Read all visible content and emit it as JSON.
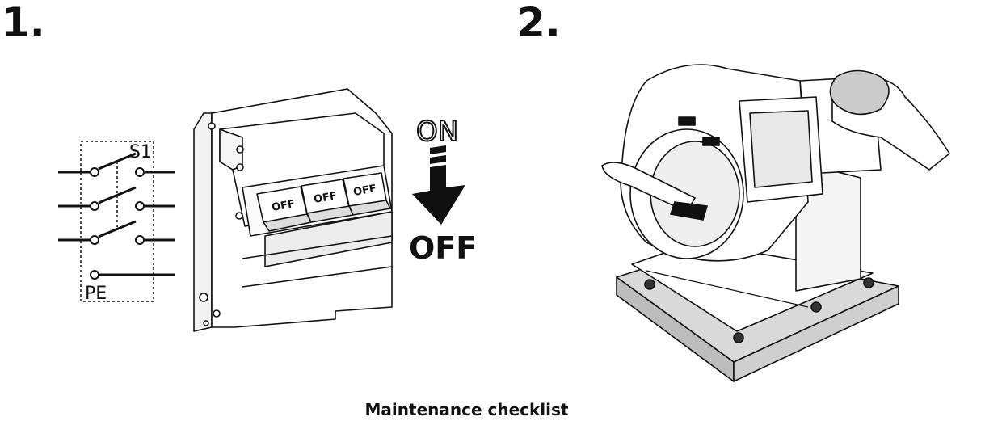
{
  "steps": [
    {
      "number": "1."
    },
    {
      "number": "2."
    }
  ],
  "switch_diagram": {
    "switch_label": "S1",
    "earth_label": "PE"
  },
  "breaker": {
    "toggle_labels": [
      "OFF",
      "OFF",
      "OFF"
    ]
  },
  "direction": {
    "from_label": "ON",
    "to_label": "OFF"
  },
  "caption": "Maintenance checklist"
}
